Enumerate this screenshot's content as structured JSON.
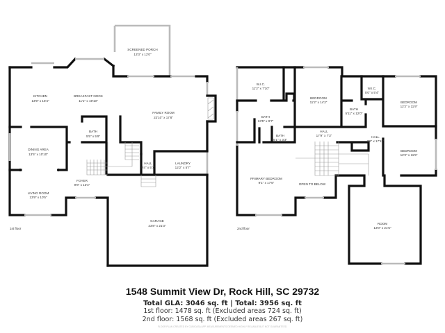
{
  "first_floor": {
    "label": "1st floor",
    "rooms": [
      {
        "name": "SCREENED PORCH",
        "size": "13'3\" x 12'0\""
      },
      {
        "name": "KITCHEN",
        "size": "13'9\" x 15'4\""
      },
      {
        "name": "BREAKFAST NOOK",
        "size": "11'1\" x 19'10\""
      },
      {
        "name": "FAMILY ROOM",
        "size": "22'10\" x 17'8\""
      },
      {
        "name": "BATH",
        "size": "5'5\" x 5'9\""
      },
      {
        "name": "DINING AREA",
        "size": "13'5\" x 10'10\""
      },
      {
        "name": "HALL",
        "size": "9'4\" x 5'7\""
      },
      {
        "name": "LAUNDRY",
        "size": "12'2\" x 5'7\""
      },
      {
        "name": "FOYER",
        "size": "9'8\" x 13'4\""
      },
      {
        "name": "LIVING ROOM",
        "size": "13'9\" x 10'5\""
      },
      {
        "name": "GARAGE",
        "size": "23'8\" x 21'3\""
      }
    ]
  },
  "second_floor": {
    "label": "2nd floor",
    "rooms": [
      {
        "name": "W.I.C.",
        "size": "11'2\" x 7'10\""
      },
      {
        "name": "BEDROOM",
        "size": "11'2\" x 14'2\""
      },
      {
        "name": "W.I.C.",
        "size": "5'0\" x 5'4\""
      },
      {
        "name": "BEDROOM",
        "size": "12'2\" x 11'9\""
      },
      {
        "name": "BATH",
        "size": "13'5\" x 9'7\""
      },
      {
        "name": "BATH",
        "size": "5'11\" x 12'0\""
      },
      {
        "name": "HALL",
        "size": "17'9\" x 7'3\""
      },
      {
        "name": "HALL",
        "size": "3'8\" x 17'11\""
      },
      {
        "name": "BATH",
        "size": "5'1\" x 3'3\""
      },
      {
        "name": "BEDROOM",
        "size": "12'2\" x 11'5\""
      },
      {
        "name": "PRIMARY BEDROOM",
        "size": "9'1\" x 17'5\""
      },
      {
        "name": "OPEN TO BELOW",
        "size": ""
      },
      {
        "name": "ROOM",
        "size": "13'0\" x 21'5\""
      }
    ]
  },
  "footer": {
    "address": "1548 Summit View Dr, Rock Hill, SC 29732",
    "total": "Total GLA: 3046 sq. ft | Total: 3956 sq. ft",
    "first_floor_area": "1st floor: 1478 sq. ft (Excluded areas 724 sq. ft)",
    "second_floor_area": "2nd floor: 1568 sq. ft (Excluded areas 267 sq. ft)",
    "disclaimer": "FLOOR PLAN CREATED BY CUBICASA APP. MEASUREMENTS DEEMED HIGHLY RELIABLE BUT NOT GUARANTEED."
  }
}
